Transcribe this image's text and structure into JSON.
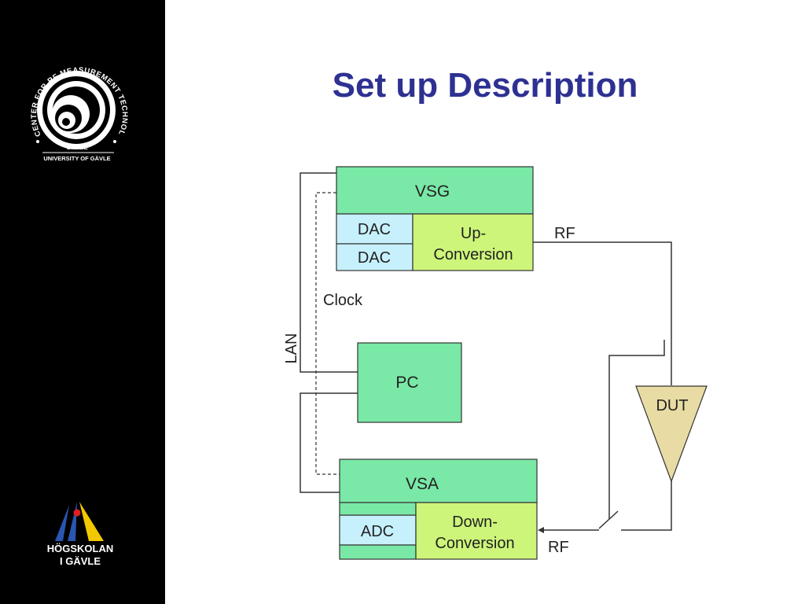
{
  "slide": {
    "title": "Set up Description"
  },
  "logos": {
    "crmt": {
      "ring_text": "CENTER FOR RF MEASUREMENT TECHNOLOGY",
      "city": "GÄVLE",
      "university": "UNIVERSITY OF GÄVLE"
    },
    "hig": {
      "line1": "HÖGSKOLAN",
      "line2": "I GÄVLE"
    }
  },
  "diagram": {
    "vsg": {
      "label": "VSG",
      "dac1": "DAC",
      "dac2": "DAC",
      "upconv_line1": "Up-",
      "upconv_line2": "Conversion"
    },
    "vsa": {
      "label": "VSA",
      "adc": "ADC",
      "downconv_line1": "Down-",
      "downconv_line2": "Conversion"
    },
    "pc": {
      "label": "PC"
    },
    "dut": {
      "label": "DUT"
    },
    "labels": {
      "rf_out": "RF",
      "rf_in": "RF",
      "clock": "Clock",
      "lan": "LAN"
    }
  },
  "colors": {
    "title": "#2e3192",
    "block_green": "#7ae8a6",
    "dac_blue": "#c6f0fc",
    "conv_yellow": "#cdf57a",
    "dut_tan": "#e8dca4",
    "hig_blue": "#2a55b0",
    "hig_yellow": "#f2c800",
    "hig_red": "#e02020"
  }
}
